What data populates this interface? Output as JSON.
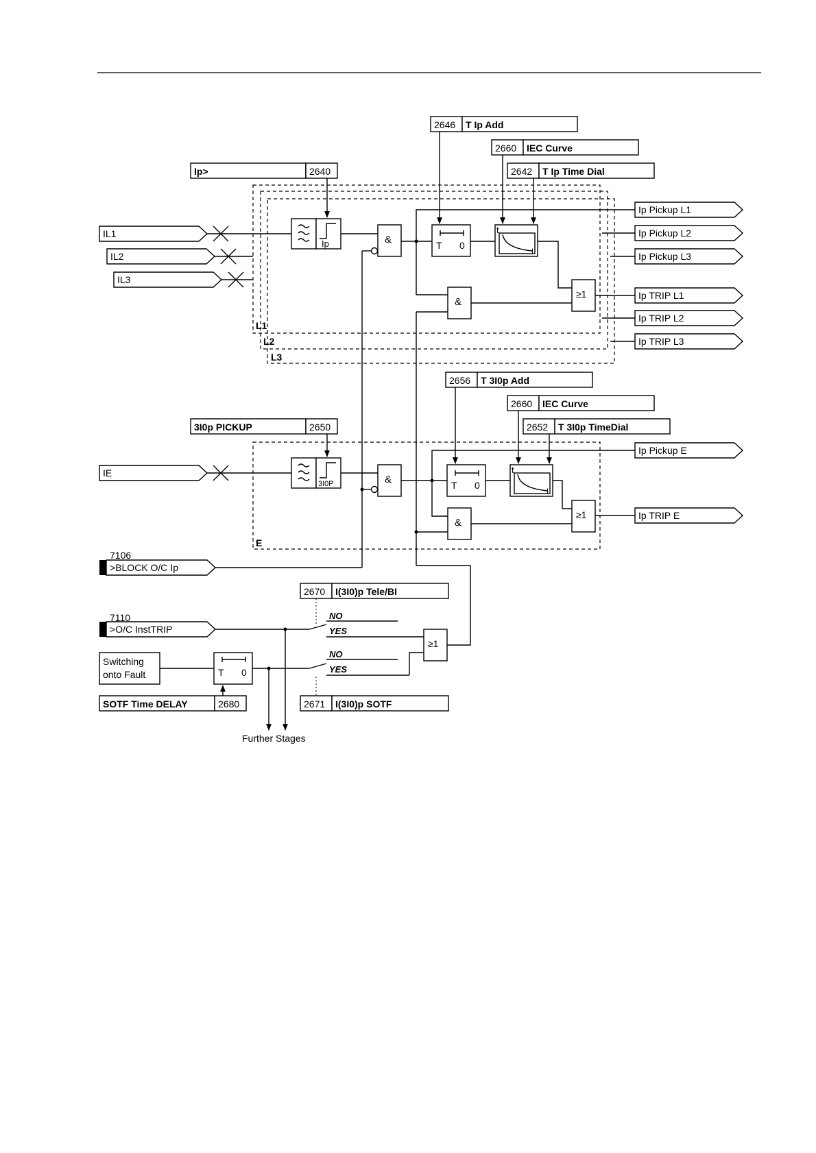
{
  "inputs": {
    "il1": "IL1",
    "il2": "IL2",
    "il3": "IL3",
    "ie": "IE"
  },
  "params": {
    "ip_gt": {
      "name": "Ip>",
      "num": "2640"
    },
    "t_ip_add": {
      "num": "2646",
      "name": "T Ip Add"
    },
    "iec_curve_1": {
      "num": "2660",
      "name": "IEC Curve"
    },
    "t_ip_dial": {
      "num": "2642",
      "name": "T Ip Time Dial"
    },
    "pickup_3i0p": {
      "name": "3I0p PICKUP",
      "num": "2650"
    },
    "t_3i0p_add": {
      "num": "2656",
      "name": "T 3I0p Add"
    },
    "iec_curve_2": {
      "num": "2660",
      "name": "IEC Curve"
    },
    "t_3i0p_dial": {
      "num": "2652",
      "name": "T 3I0p TimeDial"
    },
    "tele_bi": {
      "num": "2670",
      "name": "I(3I0)p Tele/BI"
    },
    "sotf_param": {
      "num": "2671",
      "name": "I(3I0)p SOTF"
    },
    "sotf_delay": {
      "name": "SOTF Time DELAY",
      "num": "2680"
    }
  },
  "outputs": {
    "pickup_l1": "Ip Pickup  L1",
    "pickup_l2": "Ip Pickup  L2",
    "pickup_l3": "Ip Pickup  L3",
    "trip_l1": "Ip TRIP L1",
    "trip_l2": "Ip TRIP L2",
    "trip_l3": "Ip TRIP L3",
    "pickup_e": "Ip Pickup  E",
    "trip_e": "Ip TRIP E"
  },
  "phases": {
    "l1": "L1",
    "l2": "L2",
    "l3": "L3",
    "e": "E"
  },
  "binary_inputs": {
    "block_num": "7106",
    "block_label": ">BLOCK O/C Ip",
    "insttrip_num": "7110",
    "insttrip_label": ">O/C InstTRIP",
    "sotf_line1": "Switching",
    "sotf_line2": "onto Fault"
  },
  "logic": {
    "and": "&",
    "or": "≥1",
    "T": "T",
    "zero": "0",
    "t": "t",
    "I": "I",
    "ip": "Ip",
    "three_i0p": "3I0P",
    "no": "NO",
    "yes": "YES"
  },
  "further_stages": "Further Stages"
}
